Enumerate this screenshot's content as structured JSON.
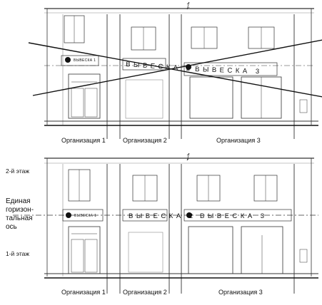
{
  "top_facade": {
    "signs": [
      "ВЫВЕСКА 1",
      "ВЫВЕСКА 2",
      "ВЫВЕСКА 3"
    ],
    "organizations": [
      "Организация 1",
      "Организация 2",
      "Организация 3"
    ]
  },
  "bottom_facade": {
    "signs": [
      "ВЫВЕСКА 1",
      "ВЫВЕСКА 2",
      "ВЫВЕСКА 3"
    ],
    "organizations": [
      "Организация 1",
      "Организация 2",
      "Организация 3"
    ],
    "floor_labels": {
      "second": "2-й этаж",
      "first": "1-й этаж"
    },
    "axis_label": [
      "Единая",
      "горизон-",
      "тальная",
      "ось"
    ]
  },
  "colors": {
    "ink": "#111111",
    "line": "#333333",
    "faint": "#8a8a8a",
    "paper": "#ffffff"
  }
}
